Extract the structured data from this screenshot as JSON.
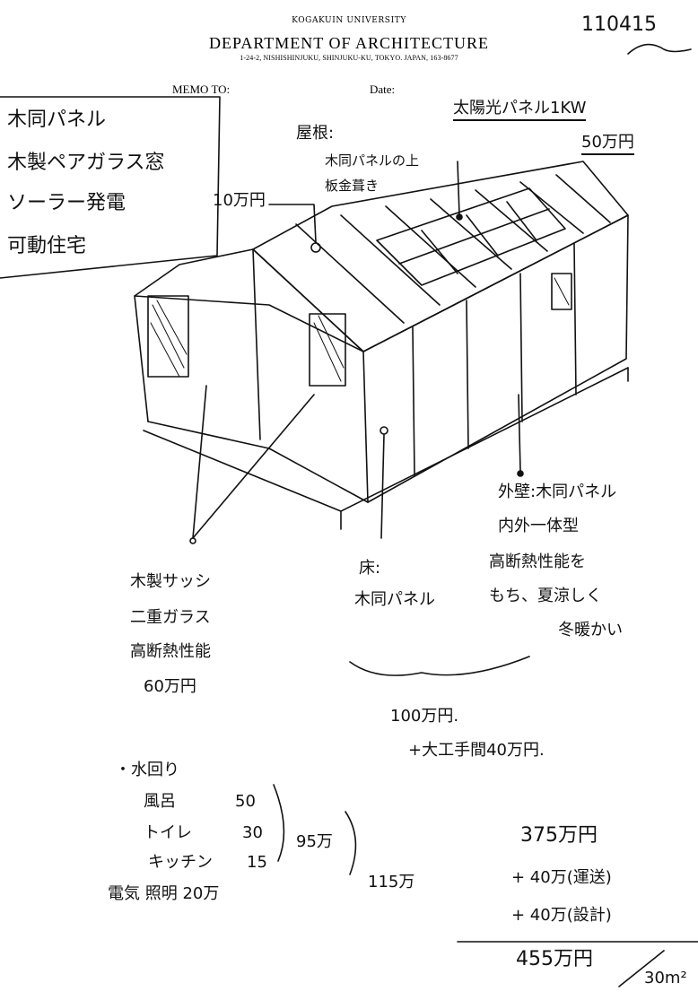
{
  "header": {
    "university": "KOGAKUIN UNIVERSITY",
    "department": "DEPARTMENT OF ARCHITECTURE",
    "address": "1-24-2, NISHISHINJUKU, SHINJUKU-KU, TOKYO. JAPAN, 163-8677",
    "memo_label": "MEMO TO:",
    "date_label": "Date:"
  },
  "corner_note": "110415",
  "box_notes": [
    "木同パネル",
    "木製ペアガラス窓",
    "ソーラー発電",
    "可動住宅"
  ],
  "roof_note": {
    "title": "屋根:",
    "line1": "木同パネルの上",
    "line2": "板金葺き"
  },
  "roof_cost": "10万円",
  "solar_note": {
    "title": "太陽光パネル1KW",
    "cost": "50万円"
  },
  "wall_note": [
    "外壁:木同パネル",
    "内外一体型",
    "高断熱性能を",
    "もち、夏涼しく",
    "冬暖かい"
  ],
  "window_note": [
    "木製サッシ",
    "二重ガラス",
    "高断熱性能",
    "60万円"
  ],
  "floor_note": [
    "床:",
    "木同パネル"
  ],
  "cost_note": [
    "100万円.",
    "+大工手間40万円."
  ],
  "water_note": {
    "title": "・水回り",
    "items": [
      {
        "label": "風呂",
        "value": "50"
      },
      {
        "label": "トイレ",
        "value": "30"
      },
      {
        "label": "キッチン",
        "value": "15"
      }
    ],
    "subtotal": "95万",
    "electric": "電気 照明 20万",
    "total": "115万"
  },
  "sum_note": {
    "base": "375万円",
    "add1": "+ 40万(運送)",
    "add2": "+ 40万(設計)",
    "total": "455万円",
    "area": "30m²"
  }
}
